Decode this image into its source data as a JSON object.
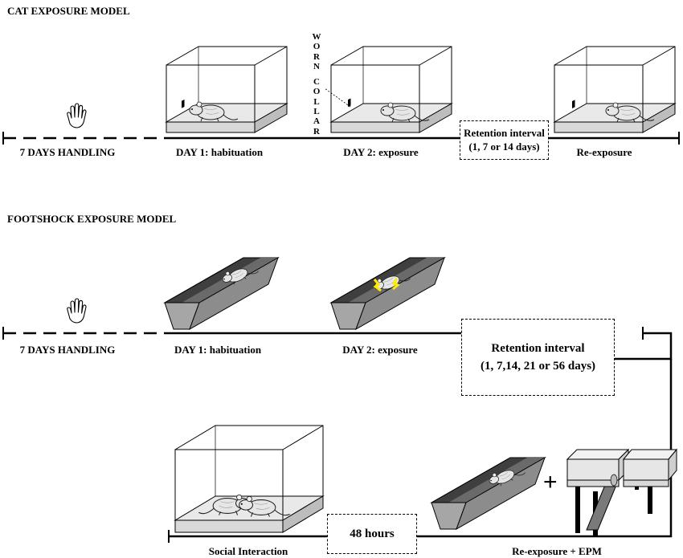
{
  "cat_model": {
    "title": "CAT EXPOSURE MODEL",
    "handling_label": "7 DAYS HANDLING",
    "day1_label": "DAY 1: habituation",
    "day2_label": "DAY 2: exposure",
    "worn_collar_word1": "WORN",
    "worn_collar_word2": "COLLAR",
    "retention_line1": "Retention interval",
    "retention_line2": "(1, 7 or 14 days)",
    "reexposure_label": "Re-exposure"
  },
  "footshock_model": {
    "title": "FOOTSHOCK EXPOSURE MODEL",
    "handling_label": "7 DAYS HANDLING",
    "day1_label": "DAY 1: habituation",
    "day2_label": "DAY 2: exposure",
    "retention_line1": "Retention interval",
    "retention_line2": "(1, 7,14, 21 or 56 days)",
    "social_label": "Social Interaction",
    "hours_label": "48 hours",
    "reexposure_epm_label": "Re-exposure + EPM",
    "plus_sign": "+"
  },
  "colors": {
    "line": "#000000",
    "box_floor": "#d9d9d9",
    "trough_dark": "#555555",
    "trough_face": "#8c8c8c",
    "shock": "#ffea00"
  }
}
